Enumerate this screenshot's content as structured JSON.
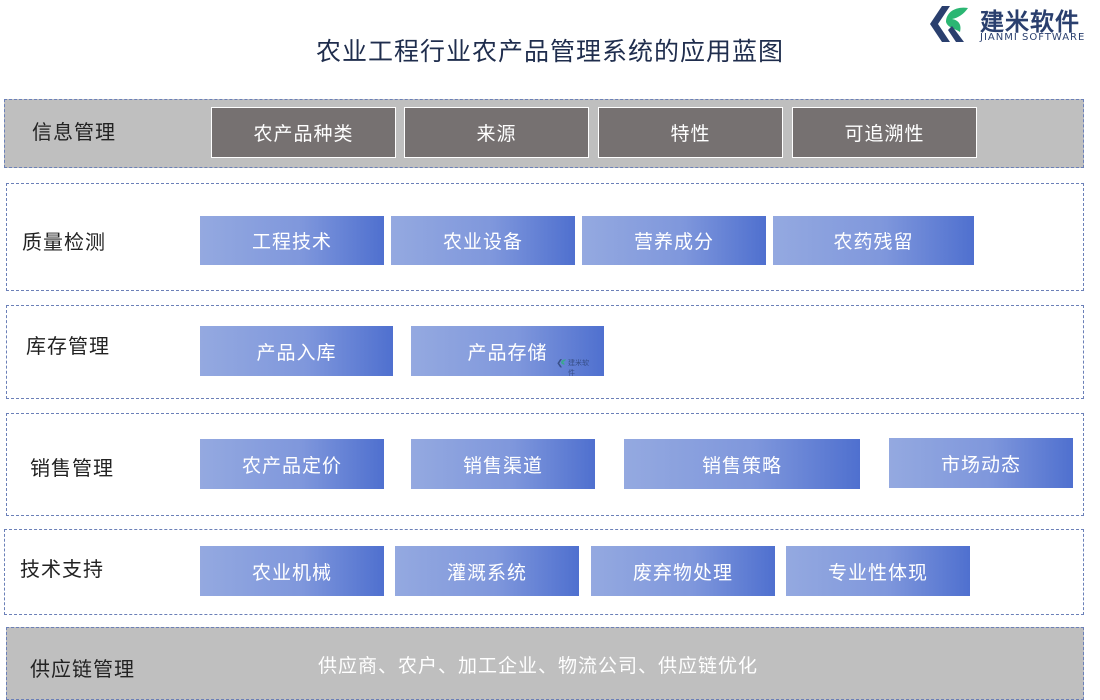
{
  "title": "农业工程行业农产品管理系统的应用蓝图",
  "logo": {
    "name": "建米软件",
    "sub": "JIANMI SOFTWARE",
    "watermark": "建米软件"
  },
  "colors": {
    "dark_box": "#767171",
    "blue_start": "#94a9e0",
    "blue_end": "#4f70cf",
    "gray_band": "#bfbfbf",
    "border": "#6b80b8"
  },
  "rows": {
    "info": {
      "label": "信息管理",
      "items": [
        "农产品种类",
        "来源",
        "特性",
        "可追溯性"
      ]
    },
    "quality": {
      "label": "质量检测",
      "items": [
        "工程技术",
        "农业设备",
        "营养成分",
        "农药残留"
      ]
    },
    "inventory": {
      "label": "库存管理",
      "items": [
        "产品入库",
        "产品存储"
      ]
    },
    "sales": {
      "label": "销售管理",
      "items": [
        "农产品定价",
        "销售渠道",
        "销售策略",
        "市场动态"
      ]
    },
    "tech": {
      "label": "技术支持",
      "items": [
        "农业机械",
        "灌溉系统",
        "废弃物处理",
        "专业性体现"
      ]
    },
    "supply": {
      "label": "供应链管理",
      "text": "供应商、农户、加工企业、物流公司、供应链优化"
    }
  }
}
